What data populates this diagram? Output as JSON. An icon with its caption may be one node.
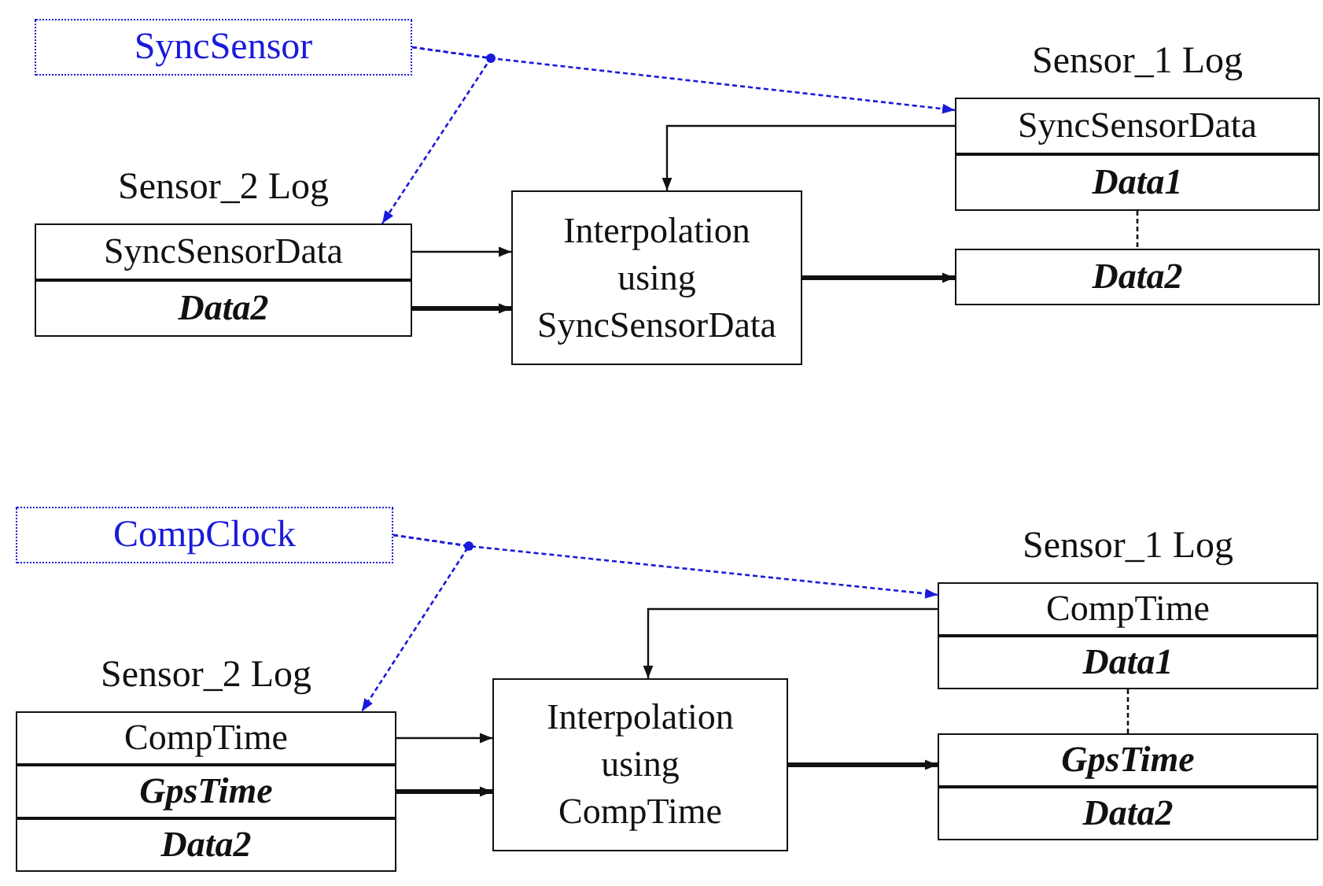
{
  "diagram": {
    "nodes": [
      {
        "text": [
          "SyncSensor"
        ]
      },
      {
        "text": [
          "Sensor_1 Log"
        ]
      },
      {
        "text": [
          "SyncSensorData"
        ],
        "in": 1
      },
      {
        "text": [
          "Data1"
        ],
        "in": 1
      },
      {
        "text": [
          "Data2"
        ]
      },
      {
        "text": [
          "Sensor_2 Log"
        ]
      },
      {
        "text": [
          "SyncSensorData"
        ],
        "in": 5
      },
      {
        "text": [
          "Data2"
        ],
        "in": 5
      },
      {
        "text": [
          "Interpolation using SyncSensorData"
        ]
      },
      {
        "text": [
          "CompClock"
        ]
      },
      {
        "text": [
          "Sensor_1 Log"
        ]
      },
      {
        "text": [
          "CompTime"
        ],
        "in": 10
      },
      {
        "text": [
          "Data1"
        ],
        "in": 10
      },
      {
        "text": [
          "GpsTime"
        ]
      },
      {
        "text": [
          "Data2"
        ]
      },
      {
        "text": [
          "Sensor_2 Log"
        ]
      },
      {
        "text": [
          "CompTime"
        ],
        "in": 15
      },
      {
        "text": [
          "GpsTime"
        ],
        "in": 15
      },
      {
        "text": [
          "Data2"
        ],
        "in": 15
      },
      {
        "text": [
          "Interpolation using CompTime"
        ]
      }
    ],
    "edges": [
      {
        "from": 0,
        "to": 6,
        "arrow": "to",
        "style": "dashed",
        "color": "#1a1adc"
      },
      {
        "from": 0,
        "to": 2,
        "arrow": "to",
        "style": "dashed",
        "color": "#1a1adc"
      },
      {
        "from": 2,
        "to": 8,
        "arrow": "to"
      },
      {
        "from": 6,
        "to": 8,
        "arrow": "to"
      },
      {
        "from": 7,
        "to": 8,
        "arrow": "to",
        "style": "thick"
      },
      {
        "from": 8,
        "to": 4,
        "arrow": "to",
        "style": "thick"
      },
      {
        "from": 3,
        "to": 4,
        "arrow": "none",
        "style": "dashed"
      },
      {
        "from": 9,
        "to": 16,
        "arrow": "to",
        "style": "dashed",
        "color": "#1a1adc"
      },
      {
        "from": 9,
        "to": 11,
        "arrow": "to",
        "style": "dashed",
        "color": "#1a1adc"
      },
      {
        "from": 11,
        "to": 19,
        "arrow": "to"
      },
      {
        "from": 16,
        "to": 19,
        "arrow": "to"
      },
      {
        "from": 17,
        "to": 19,
        "arrow": "to",
        "style": "thick"
      },
      {
        "from": 19,
        "to": 13,
        "arrow": "to",
        "style": "thick"
      },
      {
        "from": 12,
        "to": 13,
        "arrow": "none",
        "style": "dashed"
      }
    ]
  }
}
